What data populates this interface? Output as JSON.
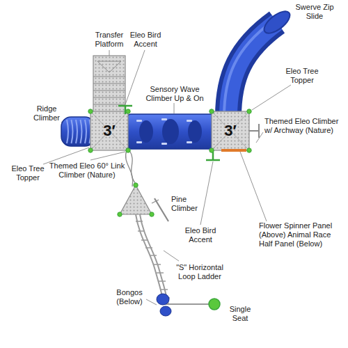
{
  "diagram": {
    "nodes": [
      {
        "text": [
          "3′"
        ]
      },
      {
        "text": [
          "3′"
        ]
      }
    ],
    "labels": [
      "Swerve Zip Slide",
      "Transfer Platform",
      "Eleo Bird Accent",
      "Eleo Tree Topper",
      "Ridge Climber",
      "Sensory Wave Climber Up & On",
      "Themed Eleo Climber w/ Archway (Nature)",
      "Eleo Tree Topper",
      "Themed Eleo 60° Link Climber (Nature)",
      "Pine Climber",
      "Eleo Bird Accent",
      "Flower Spinner Panel (Above) Animal Race Half Panel (Below)",
      "\"S\" Horizontal Loop Ladder",
      "Bongos (Below)",
      "Single Seat"
    ]
  }
}
